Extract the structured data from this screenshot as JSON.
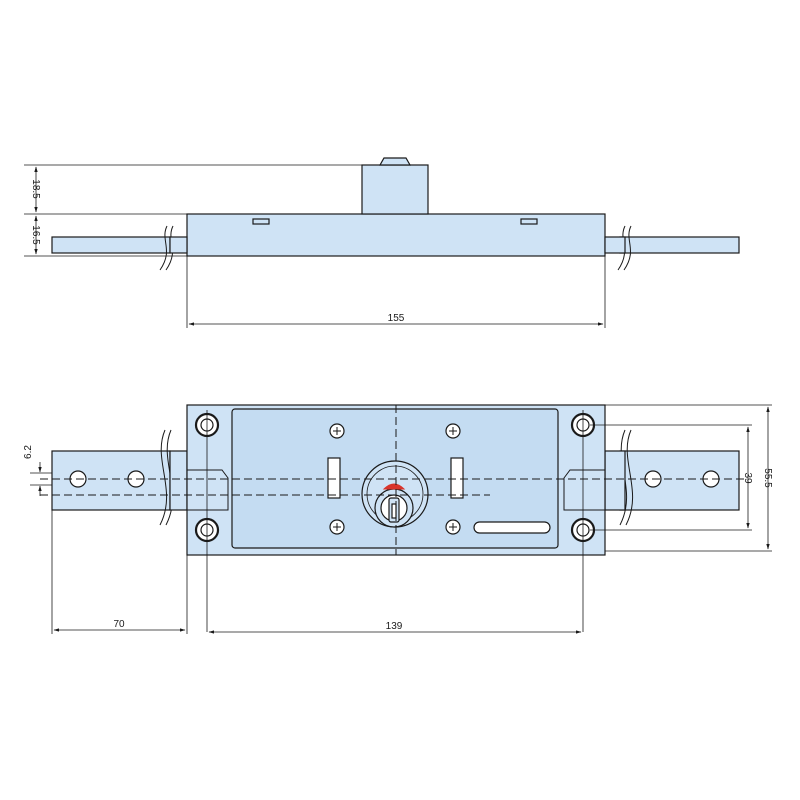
{
  "dimensions": {
    "top_width": "155",
    "top_height_body": "16.5",
    "top_height_cylinder": "18.5",
    "bottom_bar_height": "6.2",
    "bottom_bar_length": "70",
    "bottom_hole_spacing": "139",
    "bottom_hole_vertical": "39",
    "bottom_total_height": "55.5"
  },
  "colors": {
    "metal": "#cfe3f5",
    "key_marker": "#d9342b"
  }
}
